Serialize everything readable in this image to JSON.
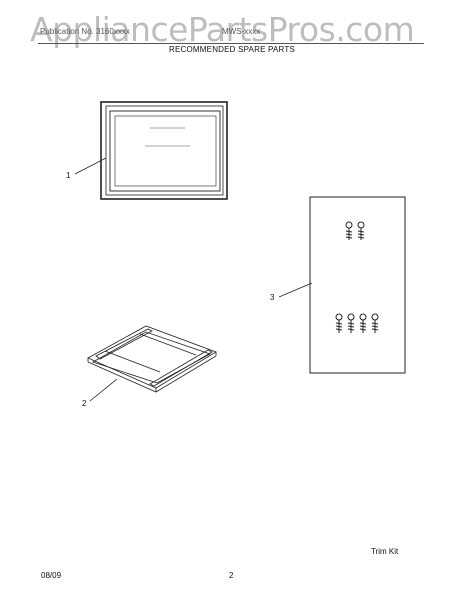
{
  "watermark": "AppliancePartsPros.com",
  "header": {
    "publication": "Publication No. 3160xxxx",
    "model": "MWS-xxxx",
    "title": "RECOMMENDED SPARE PARTS"
  },
  "callouts": [
    "1",
    "2",
    "3"
  ],
  "caption": "Trim Kit",
  "footer": {
    "date": "08/09",
    "page": "2"
  }
}
